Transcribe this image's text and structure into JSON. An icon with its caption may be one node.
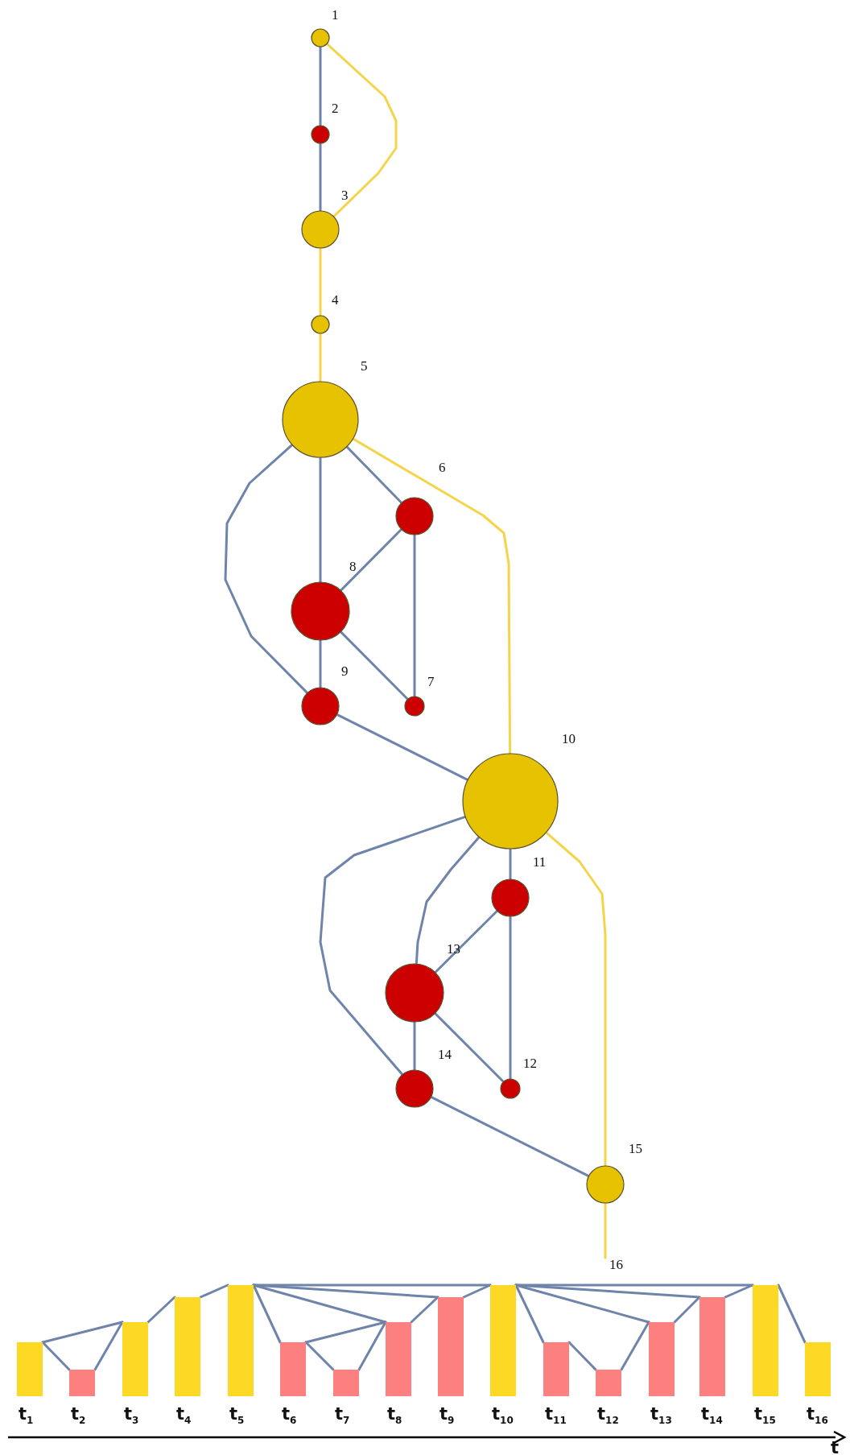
{
  "diagram": {
    "nodes": [
      {
        "text": [],
        "shape": "circle",
        "beside": [
          "1"
        ]
      },
      {
        "text": [],
        "shape": "circle",
        "beside": [
          "2"
        ]
      },
      {
        "text": [],
        "shape": "circle",
        "beside": [
          "3"
        ]
      },
      {
        "text": [],
        "shape": "circle",
        "beside": [
          "4"
        ]
      },
      {
        "text": [],
        "shape": "circle",
        "beside": [
          "5"
        ]
      },
      {
        "text": [],
        "shape": "circle",
        "beside": [
          "6"
        ]
      },
      {
        "text": [],
        "shape": "circle",
        "beside": [
          "7"
        ]
      },
      {
        "text": [],
        "shape": "circle",
        "beside": [
          "8"
        ]
      },
      {
        "text": [],
        "shape": "circle",
        "beside": [
          "9"
        ]
      },
      {
        "text": [],
        "shape": "circle",
        "beside": [
          "10"
        ]
      },
      {
        "text": [],
        "shape": "circle",
        "beside": [
          "11"
        ]
      },
      {
        "text": [],
        "shape": "circle",
        "beside": [
          "12"
        ]
      },
      {
        "text": [],
        "shape": "circle",
        "beside": [
          "13"
        ]
      },
      {
        "text": [],
        "shape": "circle",
        "beside": [
          "14"
        ]
      },
      {
        "text": [],
        "shape": "circle",
        "beside": [
          "15"
        ]
      },
      {
        "text": [
          "16"
        ]
      },
      {
        "text": [],
        "shape": "bar",
        "beside": [
          "t$_{1}$"
        ]
      },
      {
        "text": [],
        "shape": "bar",
        "beside": [
          "t$_{2}$"
        ]
      },
      {
        "text": [],
        "shape": "bar",
        "beside": [
          "t$_{3}$"
        ]
      },
      {
        "text": [],
        "shape": "bar",
        "beside": [
          "t$_{4}$"
        ]
      },
      {
        "text": [],
        "shape": "bar",
        "beside": [
          "t$_{5}$"
        ]
      },
      {
        "text": [],
        "shape": "bar",
        "beside": [
          "t$_{6}$"
        ]
      },
      {
        "text": [],
        "shape": "bar",
        "beside": [
          "t$_{7}$"
        ]
      },
      {
        "text": [],
        "shape": "bar",
        "beside": [
          "t$_{8}$"
        ]
      },
      {
        "text": [],
        "shape": "bar",
        "beside": [
          "t$_{9}$"
        ]
      },
      {
        "text": [],
        "shape": "bar",
        "beside": [
          "t$_{10}$"
        ]
      },
      {
        "text": [],
        "shape": "bar",
        "beside": [
          "t$_{11}$"
        ]
      },
      {
        "text": [],
        "shape": "bar",
        "beside": [
          "t$_{12}$"
        ]
      },
      {
        "text": [],
        "shape": "bar",
        "beside": [
          "t$_{13}$"
        ]
      },
      {
        "text": [],
        "shape": "bar",
        "beside": [
          "t$_{14}$"
        ]
      },
      {
        "text": [],
        "shape": "bar",
        "beside": [
          "t$_{15}$"
        ]
      },
      {
        "text": [],
        "shape": "bar",
        "beside": [
          "t$_{16}$"
        ]
      }
    ],
    "edges": [
      {
        "from": 0,
        "to": 1,
        "arrow": "none"
      },
      {
        "from": 1,
        "to": 2,
        "arrow": "none"
      },
      {
        "from": 0,
        "to": 2,
        "arrow": "none",
        "color": "#f4d54a"
      },
      {
        "from": 2,
        "to": 3,
        "arrow": "none",
        "color": "#f4d54a"
      },
      {
        "from": 3,
        "to": 4,
        "arrow": "none",
        "color": "#f4d54a"
      },
      {
        "from": 4,
        "to": 5,
        "arrow": "none"
      },
      {
        "from": 4,
        "to": 7,
        "arrow": "none"
      },
      {
        "from": 4,
        "to": 8,
        "arrow": "none"
      },
      {
        "from": 4,
        "to": 9,
        "arrow": "none",
        "color": "#f4d54a"
      },
      {
        "from": 5,
        "to": 7,
        "arrow": "none"
      },
      {
        "from": 5,
        "to": 6,
        "arrow": "none"
      },
      {
        "from": 7,
        "to": 6,
        "arrow": "none"
      },
      {
        "from": 7,
        "to": 8,
        "arrow": "none"
      },
      {
        "from": 8,
        "to": 9,
        "arrow": "none"
      },
      {
        "from": 9,
        "to": 10,
        "arrow": "none"
      },
      {
        "from": 9,
        "to": 12,
        "arrow": "none"
      },
      {
        "from": 9,
        "to": 13,
        "arrow": "none"
      },
      {
        "from": 9,
        "to": 14,
        "arrow": "none",
        "color": "#f4d54a"
      },
      {
        "from": 10,
        "to": 12,
        "arrow": "none"
      },
      {
        "from": 10,
        "to": 11,
        "arrow": "none"
      },
      {
        "from": 12,
        "to": 11,
        "arrow": "none"
      },
      {
        "from": 12,
        "to": 13,
        "arrow": "none"
      },
      {
        "from": 13,
        "to": 14,
        "arrow": "none"
      },
      {
        "from": 14,
        "to": 15,
        "arrow": "none",
        "color": "#f4d54a"
      },
      {
        "from": 16,
        "to": 17,
        "arrow": "none"
      },
      {
        "from": 16,
        "to": 18,
        "arrow": "none"
      },
      {
        "from": 17,
        "to": 18,
        "arrow": "none"
      },
      {
        "from": 18,
        "to": 19,
        "arrow": "none"
      },
      {
        "from": 19,
        "to": 20,
        "arrow": "none"
      },
      {
        "from": 20,
        "to": 21,
        "arrow": "none"
      },
      {
        "from": 20,
        "to": 23,
        "arrow": "none"
      },
      {
        "from": 20,
        "to": 24,
        "arrow": "none"
      },
      {
        "from": 20,
        "to": 25,
        "arrow": "none"
      },
      {
        "from": 21,
        "to": 22,
        "arrow": "none"
      },
      {
        "from": 21,
        "to": 23,
        "arrow": "none"
      },
      {
        "from": 22,
        "to": 23,
        "arrow": "none"
      },
      {
        "from": 23,
        "to": 24,
        "arrow": "none"
      },
      {
        "from": 24,
        "to": 25,
        "arrow": "none"
      },
      {
        "from": 25,
        "to": 26,
        "arrow": "none"
      },
      {
        "from": 25,
        "to": 28,
        "arrow": "none"
      },
      {
        "from": 25,
        "to": 29,
        "arrow": "none"
      },
      {
        "from": 25,
        "to": 30,
        "arrow": "none"
      },
      {
        "from": 26,
        "to": 27,
        "arrow": "none"
      },
      {
        "from": 27,
        "to": 28,
        "arrow": "none"
      },
      {
        "from": 28,
        "to": 29,
        "arrow": "none"
      },
      {
        "from": 29,
        "to": 30,
        "arrow": "none"
      },
      {
        "from": 30,
        "to": 31,
        "arrow": "none"
      }
    ],
    "labels": [
      "t"
    ]
  }
}
